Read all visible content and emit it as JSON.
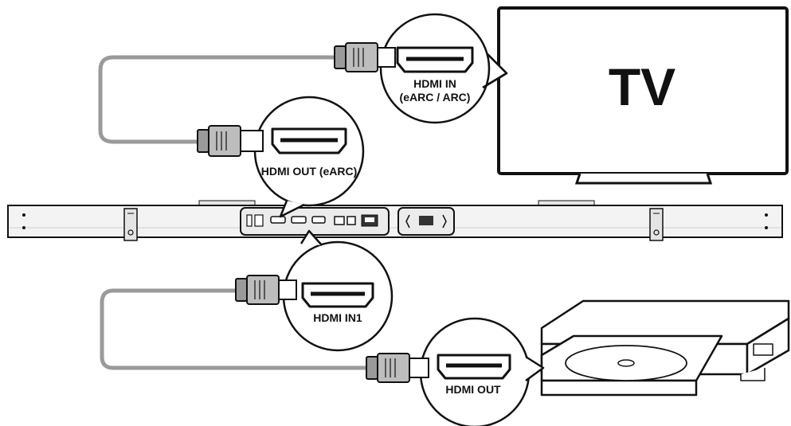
{
  "tv": {
    "label": "TV"
  },
  "ports": {
    "tv_hdmi_in_line1": "HDMI IN",
    "tv_hdmi_in_line2": "(eARC / ARC)",
    "soundbar_hdmi_out": "HDMI OUT (eARC)",
    "soundbar_hdmi_in1": "HDMI IN1",
    "player_hdmi_out": "HDMI OUT"
  },
  "colors": {
    "stroke": "#111111",
    "cable": "#9a9a9a",
    "plug_fill": "#bdbdbd",
    "soundbar_fill": "#f3f3f3",
    "background": "#ffffff"
  }
}
